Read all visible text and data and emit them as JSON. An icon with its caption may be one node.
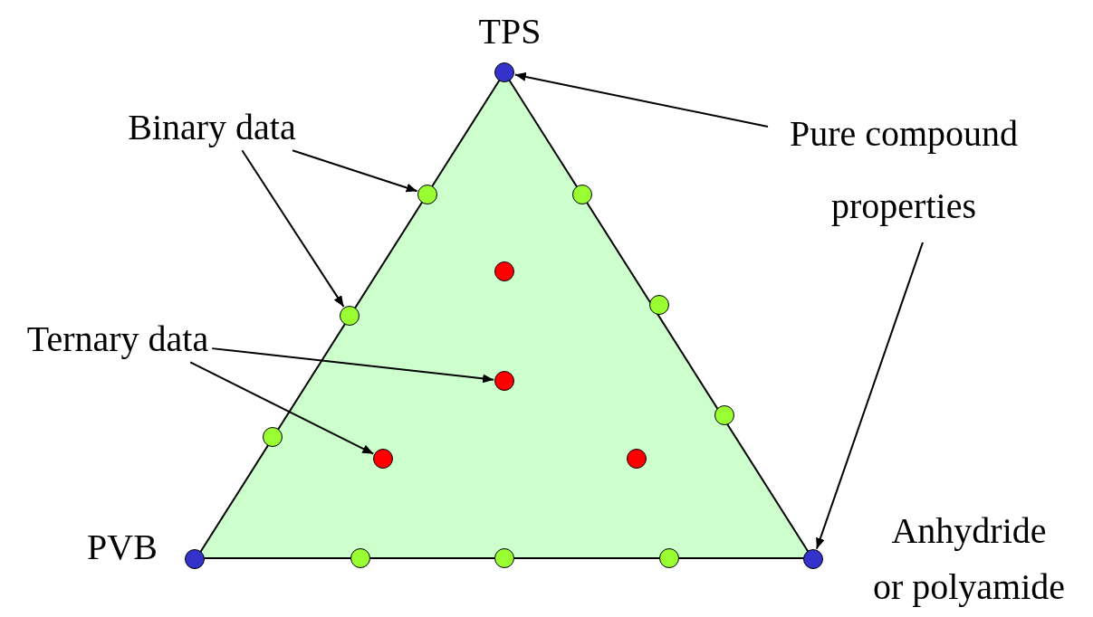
{
  "diagram": {
    "nodes": [
      {
        "text": [],
        "shape": "circle"
      },
      {
        "text": [],
        "shape": "circle"
      },
      {
        "text": [],
        "shape": "circle"
      },
      {
        "text": [],
        "shape": "circle"
      },
      {
        "text": [],
        "shape": "circle"
      },
      {
        "text": [],
        "shape": "circle"
      },
      {
        "text": [],
        "shape": "circle"
      },
      {
        "text": [],
        "shape": "circle"
      },
      {
        "text": [],
        "shape": "circle"
      },
      {
        "text": [],
        "shape": "circle"
      },
      {
        "text": [],
        "shape": "circle"
      },
      {
        "text": [],
        "shape": "circle"
      },
      {
        "text": [],
        "shape": "circle"
      },
      {
        "text": [],
        "shape": "circle"
      },
      {
        "text": [],
        "shape": "circle"
      },
      {
        "text": [],
        "shape": "circle"
      },
      {
        "text": [
          "Binary data"
        ]
      },
      {
        "text": [
          "Pure compound properties"
        ]
      },
      {
        "text": [
          "Ternary data"
        ]
      }
    ],
    "edges": [
      {
        "from": 16,
        "to": 1,
        "arrow": "to"
      },
      {
        "from": 16,
        "to": 5,
        "arrow": "to"
      },
      {
        "from": 17,
        "to": 0,
        "arrow": "to"
      },
      {
        "from": 17,
        "to": 15,
        "arrow": "to"
      },
      {
        "from": 18,
        "to": 6,
        "arrow": "to"
      },
      {
        "from": 18,
        "to": 9,
        "arrow": "to"
      }
    ],
    "labels": [
      "TPS",
      "PVB",
      "Anhydride or polyamide"
    ]
  }
}
